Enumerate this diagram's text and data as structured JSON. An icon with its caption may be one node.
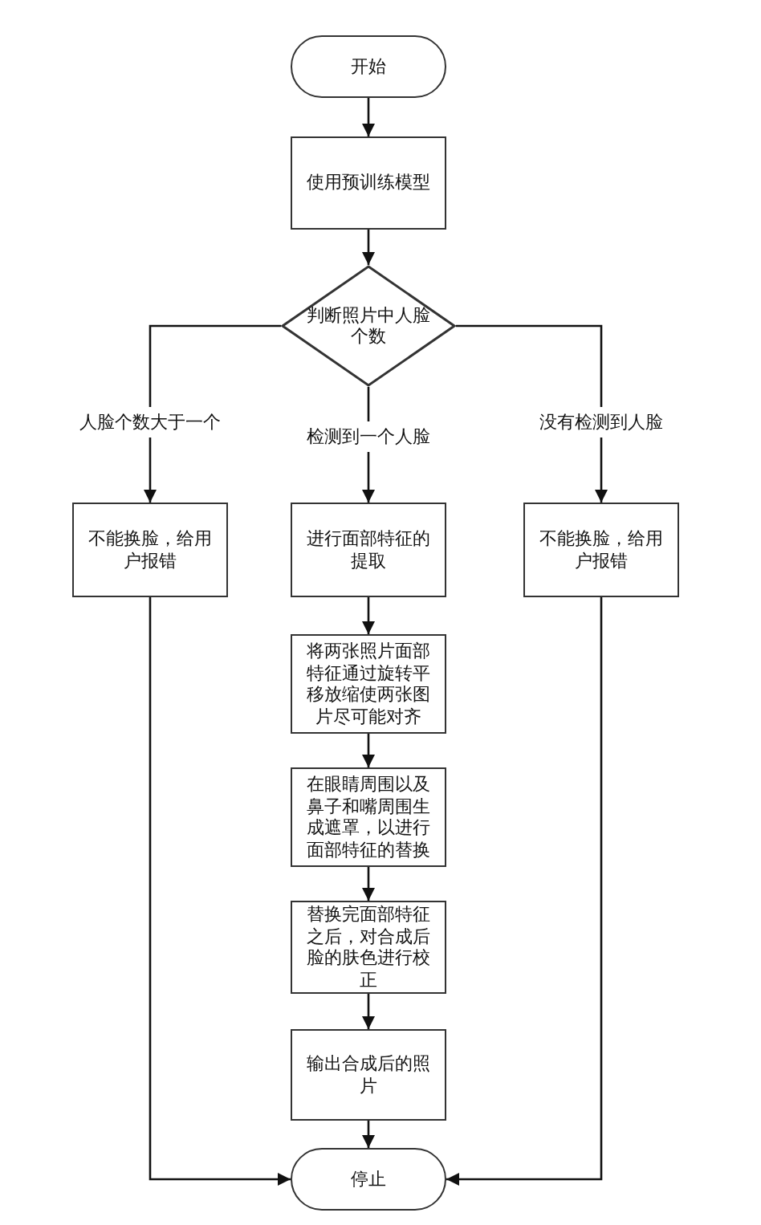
{
  "diagram": {
    "nodes": [
      {
        "text": [
          "开始"
        ]
      },
      {
        "text": [
          "使用预训练模型"
        ]
      },
      {
        "text": [
          "判断照片中人脸个数"
        ]
      },
      {
        "text": [
          "不能换脸，给用户报错"
        ]
      },
      {
        "text": [
          "进行面部特征的提取"
        ]
      },
      {
        "text": [
          "不能换脸，给用户报错"
        ]
      },
      {
        "text": [
          "将两张照片面部特征通过旋转平移放缩使两张图片尽可能对齐"
        ]
      },
      {
        "text": [
          "在眼睛周围以及鼻子和嘴周围生成遮罩，以进行面部特征的替换"
        ]
      },
      {
        "text": [
          "替换完面部特征之后，对合成后脸的肤色进行校正"
        ]
      },
      {
        "text": [
          "输出合成后的照片"
        ]
      },
      {
        "text": [
          "停止"
        ]
      }
    ],
    "edges": [
      {
        "from": 0,
        "to": 1,
        "arrow": "to"
      },
      {
        "from": 1,
        "to": 2,
        "arrow": "to"
      },
      {
        "from": 2,
        "to": 3,
        "arrow": "to",
        "label": "人脸个数大于一个"
      },
      {
        "from": 2,
        "to": 4,
        "arrow": "to",
        "label": "检测到一个人脸"
      },
      {
        "from": 2,
        "to": 5,
        "arrow": "to",
        "label": "没有检测到人脸"
      },
      {
        "from": 4,
        "to": 6,
        "arrow": "to"
      },
      {
        "from": 6,
        "to": 7,
        "arrow": "to"
      },
      {
        "from": 7,
        "to": 8,
        "arrow": "to"
      },
      {
        "from": 8,
        "to": 9,
        "arrow": "to"
      },
      {
        "from": 9,
        "to": 10,
        "arrow": "to"
      },
      {
        "from": 3,
        "to": 10,
        "arrow": "to"
      },
      {
        "from": 5,
        "to": 10,
        "arrow": "to"
      }
    ]
  }
}
